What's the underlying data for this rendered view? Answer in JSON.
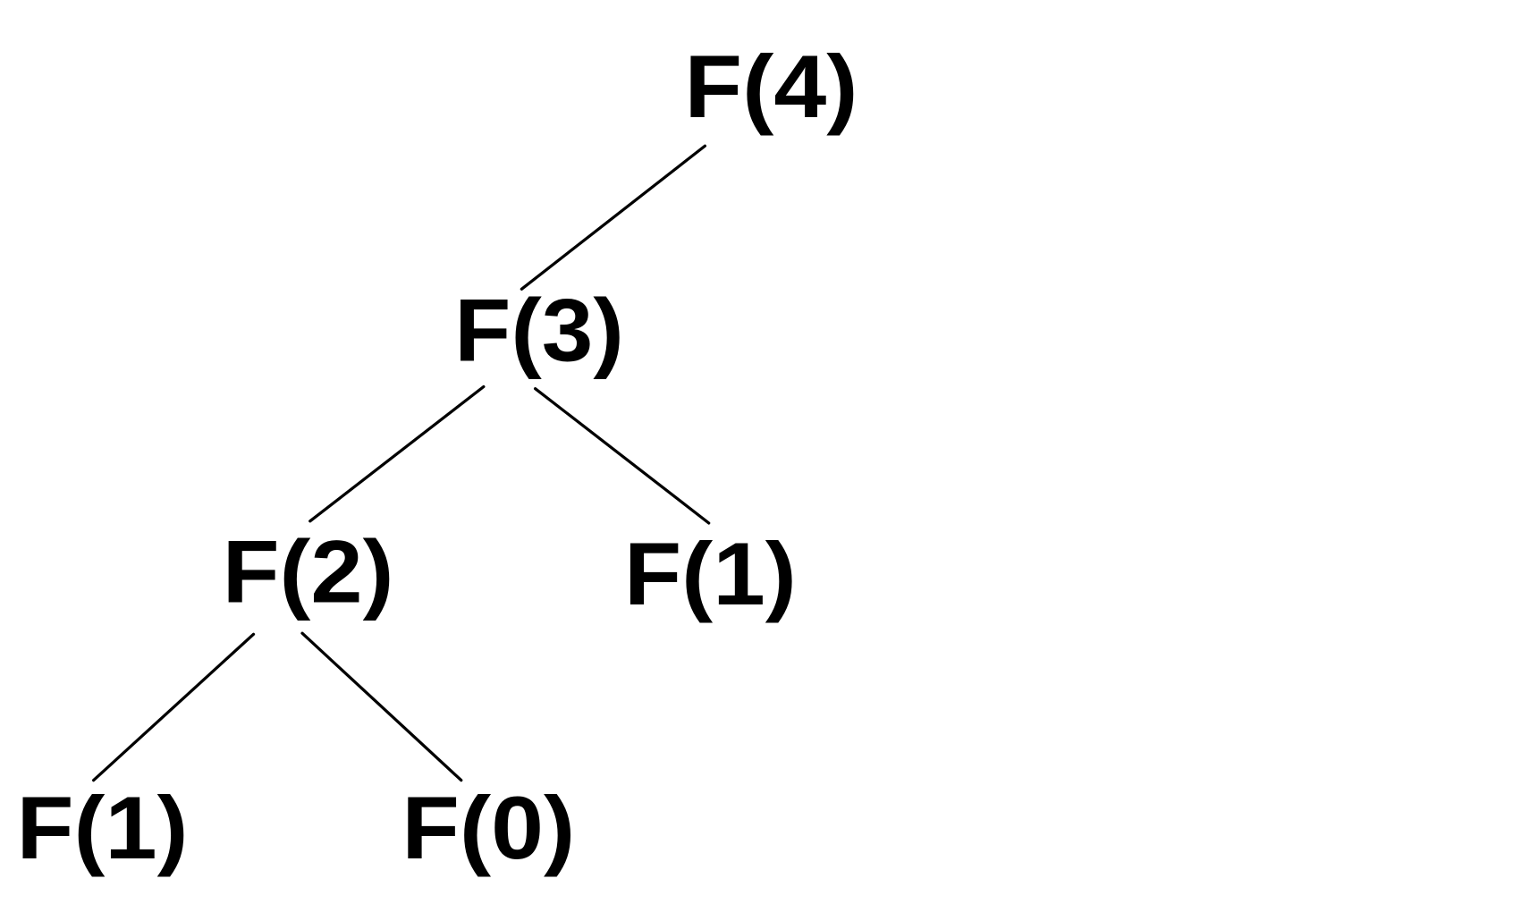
{
  "diagram": {
    "type": "recursion-tree",
    "nodes": [
      {
        "id": "f4",
        "label": "F(4)"
      },
      {
        "id": "f3",
        "label": "F(3)"
      },
      {
        "id": "f2",
        "label": "F(2)"
      },
      {
        "id": "f1a",
        "label": "F(1)"
      },
      {
        "id": "f1b",
        "label": "F(1)"
      },
      {
        "id": "f0",
        "label": "F(0)"
      }
    ],
    "edges": [
      {
        "from": "f4",
        "to": "f3"
      },
      {
        "from": "f3",
        "to": "f2"
      },
      {
        "from": "f3",
        "to": "f1a"
      },
      {
        "from": "f2",
        "to": "f1b"
      },
      {
        "from": "f2",
        "to": "f0"
      }
    ],
    "colors": {
      "background": "#ffffff",
      "ink": "#000000"
    }
  }
}
